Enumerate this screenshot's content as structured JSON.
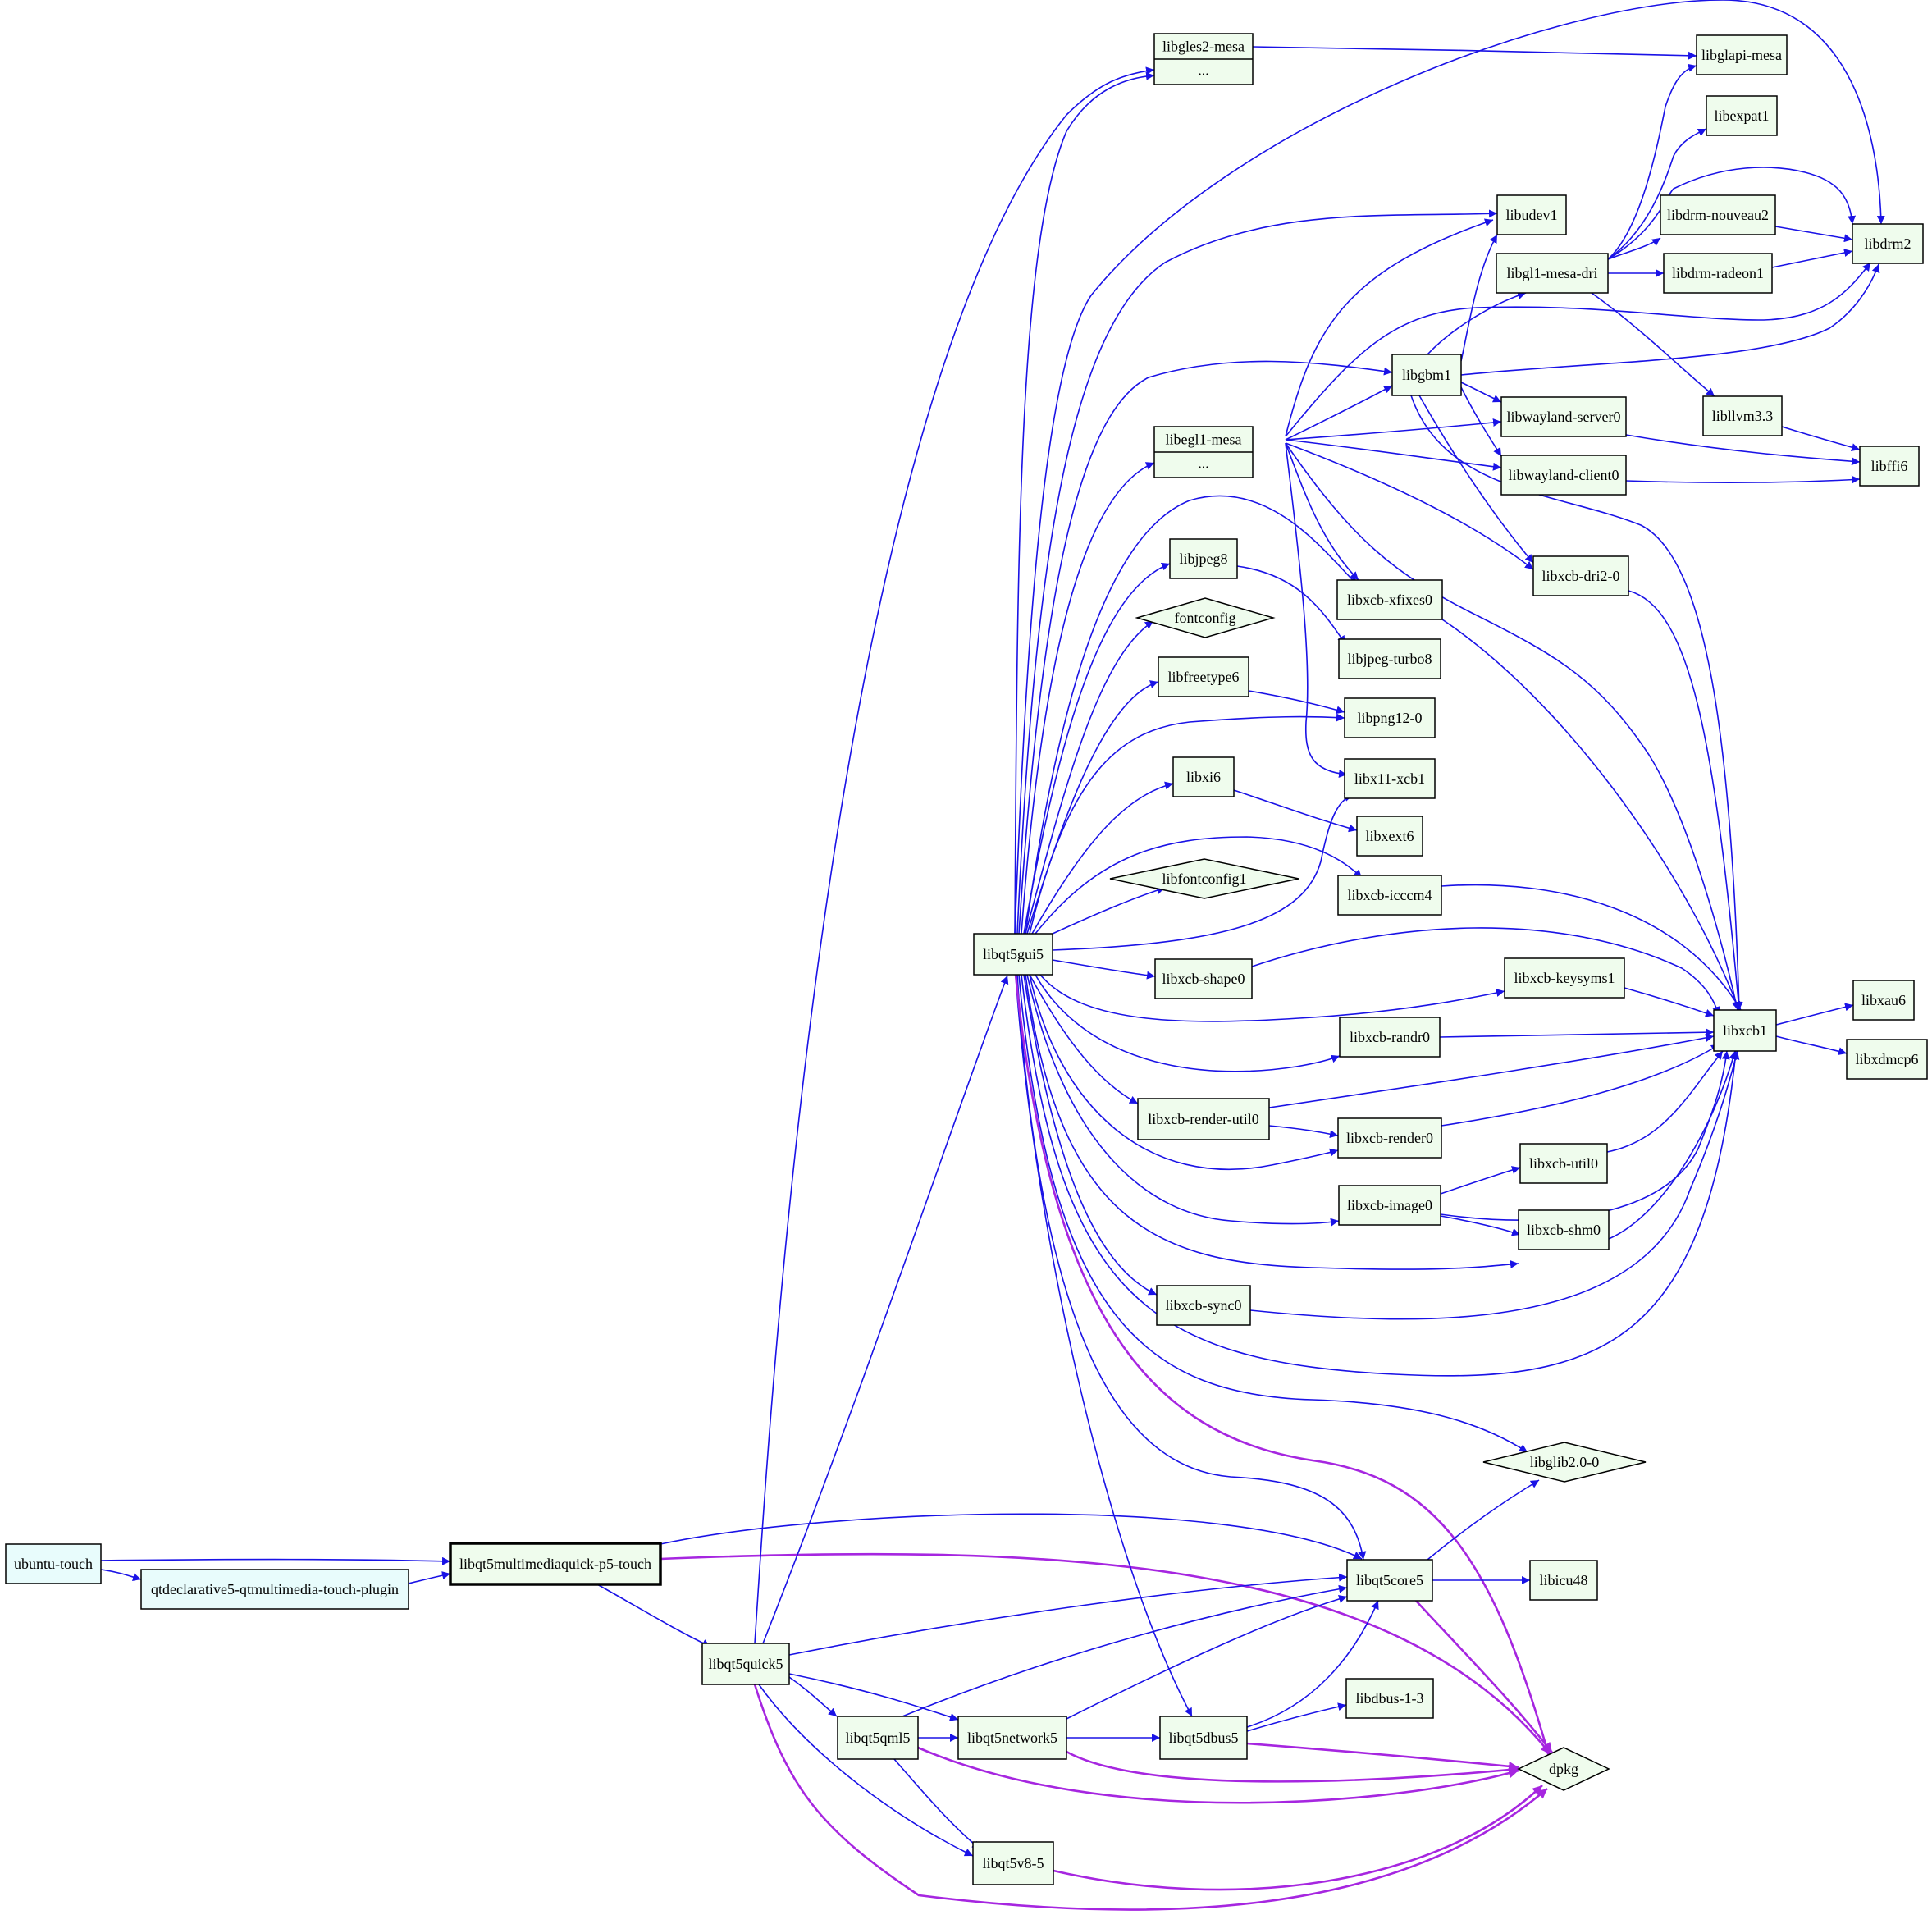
{
  "colors": {
    "root_fill": "#e8fcfc",
    "pkg_fill": "#effced",
    "stroke": "#000000",
    "dep": "#1a12e6",
    "pre": "#a626e0"
  },
  "nodes": [
    {
      "id": "ubuntu-touch",
      "label": "ubuntu-touch",
      "shape": "box",
      "kind": "root"
    },
    {
      "id": "qtdeclarative5-qtmultimedia-touch-plugin",
      "label": "qtdeclarative5-qtmultimedia-touch-plugin",
      "shape": "box",
      "kind": "root"
    },
    {
      "id": "libqt5multimediaquick-p5-touch",
      "label": "libqt5multimediaquick-p5-touch",
      "shape": "box",
      "kind": "focus"
    },
    {
      "id": "libqt5quick5",
      "label": "libqt5quick5",
      "shape": "box",
      "kind": "pkg"
    },
    {
      "id": "libqt5gui5",
      "label": "libqt5gui5",
      "shape": "box",
      "kind": "pkg"
    },
    {
      "id": "libgles2-mesa",
      "label": "libgles2-mesa",
      "sub": "...",
      "shape": "record",
      "kind": "pkg"
    },
    {
      "id": "libglapi-mesa",
      "label": "libglapi-mesa",
      "shape": "box",
      "kind": "pkg"
    },
    {
      "id": "libexpat1",
      "label": "libexpat1",
      "shape": "box",
      "kind": "pkg"
    },
    {
      "id": "libudev1",
      "label": "libudev1",
      "shape": "box",
      "kind": "pkg"
    },
    {
      "id": "libdrm-nouveau2",
      "label": "libdrm-nouveau2",
      "shape": "box",
      "kind": "pkg"
    },
    {
      "id": "libdrm2",
      "label": "libdrm2",
      "shape": "box",
      "kind": "pkg"
    },
    {
      "id": "libgl1-mesa-dri",
      "label": "libgl1-mesa-dri",
      "shape": "box",
      "kind": "pkg"
    },
    {
      "id": "libdrm-radeon1",
      "label": "libdrm-radeon1",
      "shape": "box",
      "kind": "pkg"
    },
    {
      "id": "libgbm1",
      "label": "libgbm1",
      "shape": "box",
      "kind": "pkg"
    },
    {
      "id": "libllvm3.3",
      "label": "libllvm3.3",
      "shape": "box",
      "kind": "pkg"
    },
    {
      "id": "libwayland-server0",
      "label": "libwayland-server0",
      "shape": "box",
      "kind": "pkg"
    },
    {
      "id": "libegl1-mesa",
      "label": "libegl1-mesa",
      "sub": "...",
      "shape": "record",
      "kind": "pkg"
    },
    {
      "id": "libwayland-client0",
      "label": "libwayland-client0",
      "shape": "box",
      "kind": "pkg"
    },
    {
      "id": "libffi6",
      "label": "libffi6",
      "shape": "box",
      "kind": "pkg"
    },
    {
      "id": "libxcb-dri2-0",
      "label": "libxcb-dri2-0",
      "shape": "box",
      "kind": "pkg"
    },
    {
      "id": "libjpeg8",
      "label": "libjpeg8",
      "shape": "box",
      "kind": "pkg"
    },
    {
      "id": "libxcb-xfixes0",
      "label": "libxcb-xfixes0",
      "shape": "box",
      "kind": "pkg"
    },
    {
      "id": "fontconfig",
      "label": "fontconfig",
      "shape": "diamond",
      "kind": "pkg"
    },
    {
      "id": "libjpeg-turbo8",
      "label": "libjpeg-turbo8",
      "shape": "box",
      "kind": "pkg"
    },
    {
      "id": "libfreetype6",
      "label": "libfreetype6",
      "shape": "box",
      "kind": "pkg"
    },
    {
      "id": "libpng12-0",
      "label": "libpng12-0",
      "shape": "box",
      "kind": "pkg"
    },
    {
      "id": "libxi6",
      "label": "libxi6",
      "shape": "box",
      "kind": "pkg"
    },
    {
      "id": "libx11-xcb1",
      "label": "libx11-xcb1",
      "shape": "box",
      "kind": "pkg"
    },
    {
      "id": "libxext6",
      "label": "libxext6",
      "shape": "box",
      "kind": "pkg"
    },
    {
      "id": "libfontconfig1",
      "label": "libfontconfig1",
      "shape": "diamond",
      "kind": "pkg"
    },
    {
      "id": "libxcb-icccm4",
      "label": "libxcb-icccm4",
      "shape": "box",
      "kind": "pkg"
    },
    {
      "id": "libxcb-shape0",
      "label": "libxcb-shape0",
      "shape": "box",
      "kind": "pkg"
    },
    {
      "id": "libxcb-keysyms1",
      "label": "libxcb-keysyms1",
      "shape": "box",
      "kind": "pkg"
    },
    {
      "id": "libxcb1",
      "label": "libxcb1",
      "shape": "box",
      "kind": "pkg"
    },
    {
      "id": "libxau6",
      "label": "libxau6",
      "shape": "box",
      "kind": "pkg"
    },
    {
      "id": "libxdmcp6",
      "label": "libxdmcp6",
      "shape": "box",
      "kind": "pkg"
    },
    {
      "id": "libxcb-randr0",
      "label": "libxcb-randr0",
      "shape": "box",
      "kind": "pkg"
    },
    {
      "id": "libxcb-render-util0",
      "label": "libxcb-render-util0",
      "shape": "box",
      "kind": "pkg"
    },
    {
      "id": "libxcb-render0",
      "label": "libxcb-render0",
      "shape": "box",
      "kind": "pkg"
    },
    {
      "id": "libxcb-util0",
      "label": "libxcb-util0",
      "shape": "box",
      "kind": "pkg"
    },
    {
      "id": "libxcb-image0",
      "label": "libxcb-image0",
      "shape": "box",
      "kind": "pkg"
    },
    {
      "id": "libxcb-shm0",
      "label": "libxcb-shm0",
      "shape": "box",
      "kind": "pkg"
    },
    {
      "id": "libxcb-sync0",
      "label": "libxcb-sync0",
      "shape": "box",
      "kind": "pkg"
    },
    {
      "id": "libglib2.0-0",
      "label": "libglib2.0-0",
      "shape": "diamond",
      "kind": "pkg"
    },
    {
      "id": "libqt5core5",
      "label": "libqt5core5",
      "shape": "box",
      "kind": "pkg"
    },
    {
      "id": "libicu48",
      "label": "libicu48",
      "shape": "box",
      "kind": "pkg"
    },
    {
      "id": "libdbus-1-3",
      "label": "libdbus-1-3",
      "shape": "box",
      "kind": "pkg"
    },
    {
      "id": "libqt5qml5",
      "label": "libqt5qml5",
      "shape": "box",
      "kind": "pkg"
    },
    {
      "id": "libqt5network5",
      "label": "libqt5network5",
      "shape": "box",
      "kind": "pkg"
    },
    {
      "id": "libqt5dbus5",
      "label": "libqt5dbus5",
      "shape": "box",
      "kind": "pkg"
    },
    {
      "id": "dpkg",
      "label": "dpkg",
      "shape": "diamond",
      "kind": "pkg"
    },
    {
      "id": "libqt5v8-5",
      "label": "libqt5v8-5",
      "shape": "box",
      "kind": "pkg"
    }
  ],
  "edges": [
    {
      "from": "ubuntu-touch",
      "to": "libqt5multimediaquick-p5-touch",
      "kind": "dep"
    },
    {
      "from": "ubuntu-touch",
      "to": "qtdeclarative5-qtmultimedia-touch-plugin",
      "kind": "dep"
    },
    {
      "from": "qtdeclarative5-qtmultimedia-touch-plugin",
      "to": "libqt5multimediaquick-p5-touch",
      "kind": "dep"
    },
    {
      "from": "libqt5multimediaquick-p5-touch",
      "to": "libqt5core5",
      "kind": "dep"
    },
    {
      "from": "libqt5multimediaquick-p5-touch",
      "to": "libqt5quick5",
      "kind": "dep"
    },
    {
      "from": "libqt5multimediaquick-p5-touch",
      "to": "dpkg",
      "kind": "pre"
    },
    {
      "from": "libqt5quick5",
      "to": "libgles2-mesa",
      "kind": "dep"
    },
    {
      "from": "libqt5quick5",
      "to": "libqt5gui5",
      "kind": "dep"
    },
    {
      "from": "libqt5quick5",
      "to": "libqt5core5",
      "kind": "dep"
    },
    {
      "from": "libqt5quick5",
      "to": "libqt5qml5",
      "kind": "dep"
    },
    {
      "from": "libqt5quick5",
      "to": "libqt5network5",
      "kind": "dep"
    },
    {
      "from": "libqt5quick5",
      "to": "libqt5v8-5",
      "kind": "dep"
    },
    {
      "from": "libqt5quick5",
      "to": "dpkg",
      "kind": "pre"
    },
    {
      "from": "libqt5gui5",
      "to": "libgles2-mesa",
      "kind": "dep"
    },
    {
      "from": "libqt5gui5",
      "to": "libdrm2",
      "kind": "dep"
    },
    {
      "from": "libqt5gui5",
      "to": "libudev1",
      "kind": "dep"
    },
    {
      "from": "libqt5gui5",
      "to": "libgbm1",
      "kind": "dep"
    },
    {
      "from": "libqt5gui5",
      "to": "libegl1-mesa",
      "kind": "dep"
    },
    {
      "from": "libqt5gui5",
      "to": "libjpeg8",
      "kind": "dep"
    },
    {
      "from": "libqt5gui5",
      "to": "libxcb-xfixes0",
      "kind": "dep"
    },
    {
      "from": "libqt5gui5",
      "to": "fontconfig",
      "kind": "dep"
    },
    {
      "from": "libqt5gui5",
      "to": "libfreetype6",
      "kind": "dep"
    },
    {
      "from": "libqt5gui5",
      "to": "libpng12-0",
      "kind": "dep"
    },
    {
      "from": "libqt5gui5",
      "to": "libxi6",
      "kind": "dep"
    },
    {
      "from": "libqt5gui5",
      "to": "libx11-xcb1",
      "kind": "dep"
    },
    {
      "from": "libqt5gui5",
      "to": "libxcb-icccm4",
      "kind": "dep"
    },
    {
      "from": "libqt5gui5",
      "to": "libfontconfig1",
      "kind": "dep"
    },
    {
      "from": "libqt5gui5",
      "to": "libxcb-shape0",
      "kind": "dep"
    },
    {
      "from": "libqt5gui5",
      "to": "libxcb-keysyms1",
      "kind": "dep"
    },
    {
      "from": "libqt5gui5",
      "to": "libxcb-randr0",
      "kind": "dep"
    },
    {
      "from": "libqt5gui5",
      "to": "libxcb-render-util0",
      "kind": "dep"
    },
    {
      "from": "libqt5gui5",
      "to": "libxcb-render0",
      "kind": "dep"
    },
    {
      "from": "libqt5gui5",
      "to": "libxcb-image0",
      "kind": "dep"
    },
    {
      "from": "libqt5gui5",
      "to": "libxcb-shm0",
      "kind": "dep"
    },
    {
      "from": "libqt5gui5",
      "to": "libxcb-sync0",
      "kind": "dep"
    },
    {
      "from": "libqt5gui5",
      "to": "libxcb1",
      "kind": "dep"
    },
    {
      "from": "libqt5gui5",
      "to": "libglib2.0-0",
      "kind": "dep"
    },
    {
      "from": "libqt5gui5",
      "to": "libqt5core5",
      "kind": "dep"
    },
    {
      "from": "libqt5gui5",
      "to": "libqt5dbus5",
      "kind": "dep"
    },
    {
      "from": "libqt5gui5",
      "to": "dpkg",
      "kind": "pre"
    },
    {
      "from": "libgles2-mesa",
      "to": "libglapi-mesa",
      "kind": "dep"
    },
    {
      "from": "libegl1-mesa",
      "to": "libudev1",
      "kind": "dep"
    },
    {
      "from": "libegl1-mesa",
      "to": "libdrm2",
      "kind": "dep"
    },
    {
      "from": "libegl1-mesa",
      "to": "libgbm1",
      "kind": "dep"
    },
    {
      "from": "libegl1-mesa",
      "to": "libwayland-server0",
      "kind": "dep"
    },
    {
      "from": "libegl1-mesa",
      "to": "libwayland-client0",
      "kind": "dep"
    },
    {
      "from": "libegl1-mesa",
      "to": "libxcb-dri2-0",
      "kind": "dep"
    },
    {
      "from": "libegl1-mesa",
      "to": "libxcb-xfixes0",
      "kind": "dep"
    },
    {
      "from": "libegl1-mesa",
      "to": "libx11-xcb1",
      "kind": "dep"
    },
    {
      "from": "libegl1-mesa",
      "to": "libxcb1",
      "kind": "dep"
    },
    {
      "from": "libgbm1",
      "to": "libudev1",
      "kind": "dep"
    },
    {
      "from": "libgbm1",
      "to": "libgl1-mesa-dri",
      "kind": "dep"
    },
    {
      "from": "libgbm1",
      "to": "libdrm2",
      "kind": "dep"
    },
    {
      "from": "libgbm1",
      "to": "libwayland-server0",
      "kind": "dep"
    },
    {
      "from": "libgbm1",
      "to": "libwayland-client0",
      "kind": "dep"
    },
    {
      "from": "libgbm1",
      "to": "libxcb-dri2-0",
      "kind": "dep"
    },
    {
      "from": "libgbm1",
      "to": "libxcb1",
      "kind": "dep"
    },
    {
      "from": "libgl1-mesa-dri",
      "to": "libglapi-mesa",
      "kind": "dep"
    },
    {
      "from": "libgl1-mesa-dri",
      "to": "libexpat1",
      "kind": "dep"
    },
    {
      "from": "libgl1-mesa-dri",
      "to": "libdrm2",
      "kind": "dep"
    },
    {
      "from": "libgl1-mesa-dri",
      "to": "libdrm-nouveau2",
      "kind": "dep"
    },
    {
      "from": "libgl1-mesa-dri",
      "to": "libdrm-radeon1",
      "kind": "dep"
    },
    {
      "from": "libgl1-mesa-dri",
      "to": "libllvm3.3",
      "kind": "dep"
    },
    {
      "from": "libdrm-nouveau2",
      "to": "libdrm2",
      "kind": "dep"
    },
    {
      "from": "libdrm-radeon1",
      "to": "libdrm2",
      "kind": "dep"
    },
    {
      "from": "libllvm3.3",
      "to": "libffi6",
      "kind": "dep"
    },
    {
      "from": "libwayland-server0",
      "to": "libffi6",
      "kind": "dep"
    },
    {
      "from": "libwayland-client0",
      "to": "libffi6",
      "kind": "dep"
    },
    {
      "from": "libxcb-dri2-0",
      "to": "libxcb1",
      "kind": "dep"
    },
    {
      "from": "libjpeg8",
      "to": "libjpeg-turbo8",
      "kind": "dep"
    },
    {
      "from": "libxcb-xfixes0",
      "to": "libxcb1",
      "kind": "dep"
    },
    {
      "from": "libfreetype6",
      "to": "libpng12-0",
      "kind": "dep"
    },
    {
      "from": "libxi6",
      "to": "libxext6",
      "kind": "dep"
    },
    {
      "from": "libxcb-icccm4",
      "to": "libxcb1",
      "kind": "dep"
    },
    {
      "from": "libxcb-shape0",
      "to": "libxcb1",
      "kind": "dep"
    },
    {
      "from": "libxcb-keysyms1",
      "to": "libxcb1",
      "kind": "dep"
    },
    {
      "from": "libxcb-randr0",
      "to": "libxcb1",
      "kind": "dep"
    },
    {
      "from": "libxcb-render-util0",
      "to": "libxcb1",
      "kind": "dep"
    },
    {
      "from": "libxcb-render-util0",
      "to": "libxcb-render0",
      "kind": "dep"
    },
    {
      "from": "libxcb-render0",
      "to": "libxcb1",
      "kind": "dep"
    },
    {
      "from": "libxcb-image0",
      "to": "libxcb-util0",
      "kind": "dep"
    },
    {
      "from": "libxcb-image0",
      "to": "libxcb-shm0",
      "kind": "dep"
    },
    {
      "from": "libxcb-image0",
      "to": "libxcb1",
      "kind": "dep"
    },
    {
      "from": "libxcb-util0",
      "to": "libxcb1",
      "kind": "dep"
    },
    {
      "from": "libxcb-shm0",
      "to": "libxcb1",
      "kind": "dep"
    },
    {
      "from": "libxcb-sync0",
      "to": "libxcb1",
      "kind": "dep"
    },
    {
      "from": "libxcb1",
      "to": "libxau6",
      "kind": "dep"
    },
    {
      "from": "libxcb1",
      "to": "libxdmcp6",
      "kind": "dep"
    },
    {
      "from": "libqt5core5",
      "to": "libglib2.0-0",
      "kind": "dep"
    },
    {
      "from": "libqt5core5",
      "to": "libicu48",
      "kind": "dep"
    },
    {
      "from": "libqt5core5",
      "to": "dpkg",
      "kind": "pre"
    },
    {
      "from": "libqt5qml5",
      "to": "libqt5core5",
      "kind": "dep"
    },
    {
      "from": "libqt5qml5",
      "to": "libqt5network5",
      "kind": "dep"
    },
    {
      "from": "libqt5qml5",
      "to": "libqt5v8-5",
      "kind": "dep"
    },
    {
      "from": "libqt5qml5",
      "to": "dpkg",
      "kind": "pre"
    },
    {
      "from": "libqt5network5",
      "to": "libqt5core5",
      "kind": "dep"
    },
    {
      "from": "libqt5network5",
      "to": "libqt5dbus5",
      "kind": "dep"
    },
    {
      "from": "libqt5network5",
      "to": "dpkg",
      "kind": "pre"
    },
    {
      "from": "libqt5dbus5",
      "to": "libqt5core5",
      "kind": "dep"
    },
    {
      "from": "libqt5dbus5",
      "to": "libdbus-1-3",
      "kind": "dep"
    },
    {
      "from": "libqt5dbus5",
      "to": "dpkg",
      "kind": "pre"
    },
    {
      "from": "libqt5v8-5",
      "to": "dpkg",
      "kind": "pre"
    }
  ]
}
